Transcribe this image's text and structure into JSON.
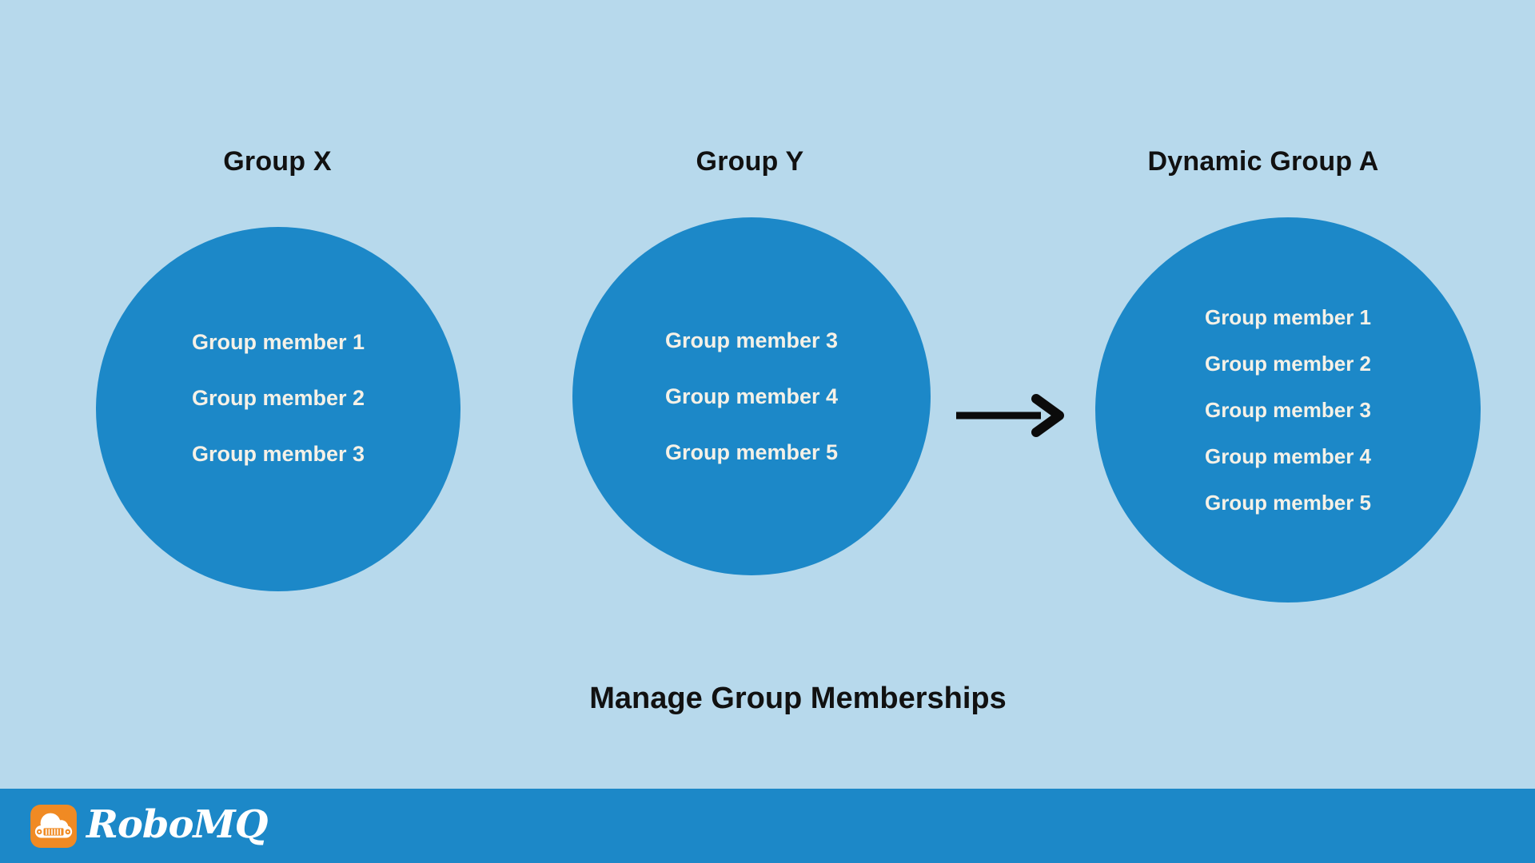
{
  "colors": {
    "background": "#b7d9ec",
    "primary_blue": "#1c88c8",
    "member_text": "#f5f1e7",
    "heading_text": "#111111",
    "arrow_black": "#0b0b0b",
    "logo_orange": "#f08a23",
    "logo_white": "#ffffff"
  },
  "diagram": {
    "groups": [
      {
        "title": "Group X",
        "members": [
          "Group member 1",
          "Group member 2",
          "Group member 3"
        ]
      },
      {
        "title": "Group Y",
        "members": [
          "Group member 3",
          "Group member 4",
          "Group member 5"
        ]
      },
      {
        "title": "Dynamic Group A",
        "members": [
          "Group member 1",
          "Group member 2",
          "Group member 3",
          "Group member 4",
          "Group member 5"
        ]
      }
    ],
    "caption": "Manage Group Memberships"
  },
  "icons": {
    "arrow": "right-arrow-icon",
    "logo": "robomq-cloud-logo-icon"
  },
  "footer": {
    "brand": "RoboMQ"
  }
}
